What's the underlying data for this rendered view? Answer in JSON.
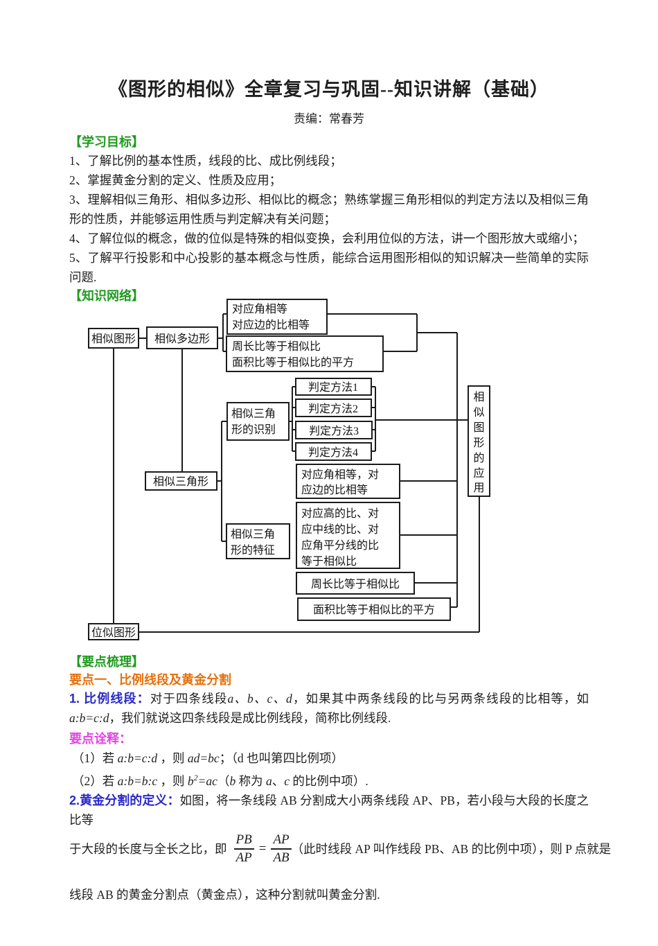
{
  "colors": {
    "green": "#1F9B1F",
    "orange": "#E5700C",
    "blue": "#2929CC",
    "magenta": "#E643E6",
    "ink": "#1f1f1f"
  },
  "page": {
    "title": "《图形的相似》全章复习与巩固--知识讲解（基础）",
    "byline": "责编：常春芳"
  },
  "objectives": {
    "heading": "【学习目标】",
    "items": [
      "1、了解比例的基本性质，线段的比、成比例线段；",
      "2、掌握黄金分割的定义、性质及应用；",
      "3、理解相似三角形、相似多边形、相似比的概念；熟练掌握三角形相似的判定方法以及相似三角形的性质，并能够运用性质与判定解决有关问题；",
      "4、了解位似的概念，做的位似是特殊的相似变换，会利用位似的方法，讲一个图形放大或缩小；",
      "5、了解平行投影和中心投影的基本概念与性质，能综合运用图形相似的知识解决一些简单的实际问题."
    ]
  },
  "network": {
    "heading": "【知识网络】",
    "nodes": {
      "similar_figures": "相似图形",
      "similar_polygons": "相似多边形",
      "polygon_props_l1": "对应角相等",
      "polygon_props_l2": "对应边的比相等",
      "polygon_ratios_l1": "周长比等于相似比",
      "polygon_ratios_l2": "面积比等于相似比的平方",
      "tri_identify_l1": "相似三角",
      "tri_identify_l2": "形的识别",
      "method1": "判定方法1",
      "method2": "判定方法2",
      "method3": "判定方法3",
      "method4": "判定方法4",
      "similar_triangles": "相似三角形",
      "tri_features_l1": "相似三角",
      "tri_features_l2": "形的特征",
      "feat_angles_l1": "对应角相等，对",
      "feat_angles_l2": "应边的比相等",
      "feat_segments_l1": "对应高的比、对",
      "feat_segments_l2": "应中线的比、对",
      "feat_segments_l3": "应角平分线的比",
      "feat_segments_l4": "等于相似比",
      "feat_perimeter": "周长比等于相似比",
      "feat_area": "面积比等于相似比的平方",
      "homothetic_figures": "位似图形",
      "application_chars": [
        "相",
        "似",
        "图",
        "形",
        "的",
        "应",
        "用"
      ]
    }
  },
  "outline": {
    "heading": "【要点梳理】",
    "topic1": "要点一、比例线段及黄金分割",
    "p1": {
      "label": "1. 比例线段：",
      "t1": "对于四条线段",
      "i1": "a、b、c、d",
      "t2": "，如果其中两条线段的比与另两条线段的比相等，如",
      "i2": "a:b=c:d",
      "t3": "，我们就说这四条线段是成比例线段，简称比例线段."
    },
    "note_label": "要点诠释：",
    "note1": {
      "pre": "（1）若 ",
      "f1": "a:b=c:d",
      "mid": " ，则 ",
      "f2": "ad=bc",
      "post": "；（d 也叫第四比例项）"
    },
    "note2": {
      "pre": "（2）若 ",
      "f1": "a:b=b:c",
      "mid": " ，则 ",
      "b": "b",
      "sup": "2",
      "eq": "=ac",
      "t1": "（",
      "bb": "b",
      "t2": " 称为 ",
      "aa": "a",
      "d1": "、",
      "cc": "c",
      "t3": " 的比例中项）."
    },
    "p2": {
      "label": "2.黄金分割的定义：",
      "line1": "如图，将一条线段 AB 分割成大小两条线段 AP、PB，若小段与大段的长度之比等",
      "line2_pre": "于大段的长度与全长之比，即",
      "line2_post": "（此时线段 AP 叫作线段 PB、AB 的比例中项），则 P 点就是",
      "line3": "线段 AB 的黄金分割点（黄金点），这种分割就叫黄金分割."
    },
    "formula": {
      "num1": "PB",
      "den1": "AP",
      "equals": "=",
      "num2": "AP",
      "den2": "AB"
    }
  }
}
